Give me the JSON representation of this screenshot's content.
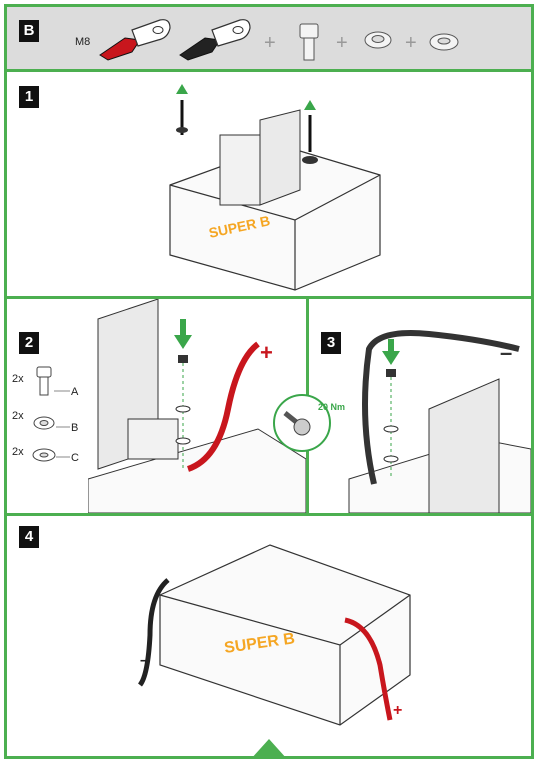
{
  "header": {
    "badge": "B",
    "bolt_size": "M8",
    "plus_signs": [
      "+",
      "+",
      "+"
    ]
  },
  "steps": [
    {
      "badge": "1"
    },
    {
      "badge": "2",
      "parts": [
        {
          "qty": "2x",
          "letter": "A"
        },
        {
          "qty": "2x",
          "letter": "B"
        },
        {
          "qty": "2x",
          "letter": "C"
        }
      ],
      "polarity": "+"
    },
    {
      "badge": "3",
      "torque": "20 Nm",
      "polarity": "–"
    },
    {
      "badge": "4",
      "neg": "–",
      "pos": "+"
    }
  ],
  "brand": "SUPER B",
  "colors": {
    "accent": "#4caf50",
    "red_cable": "#c8161d",
    "black_cable": "#222222",
    "brand_orange": "#f5a623"
  }
}
